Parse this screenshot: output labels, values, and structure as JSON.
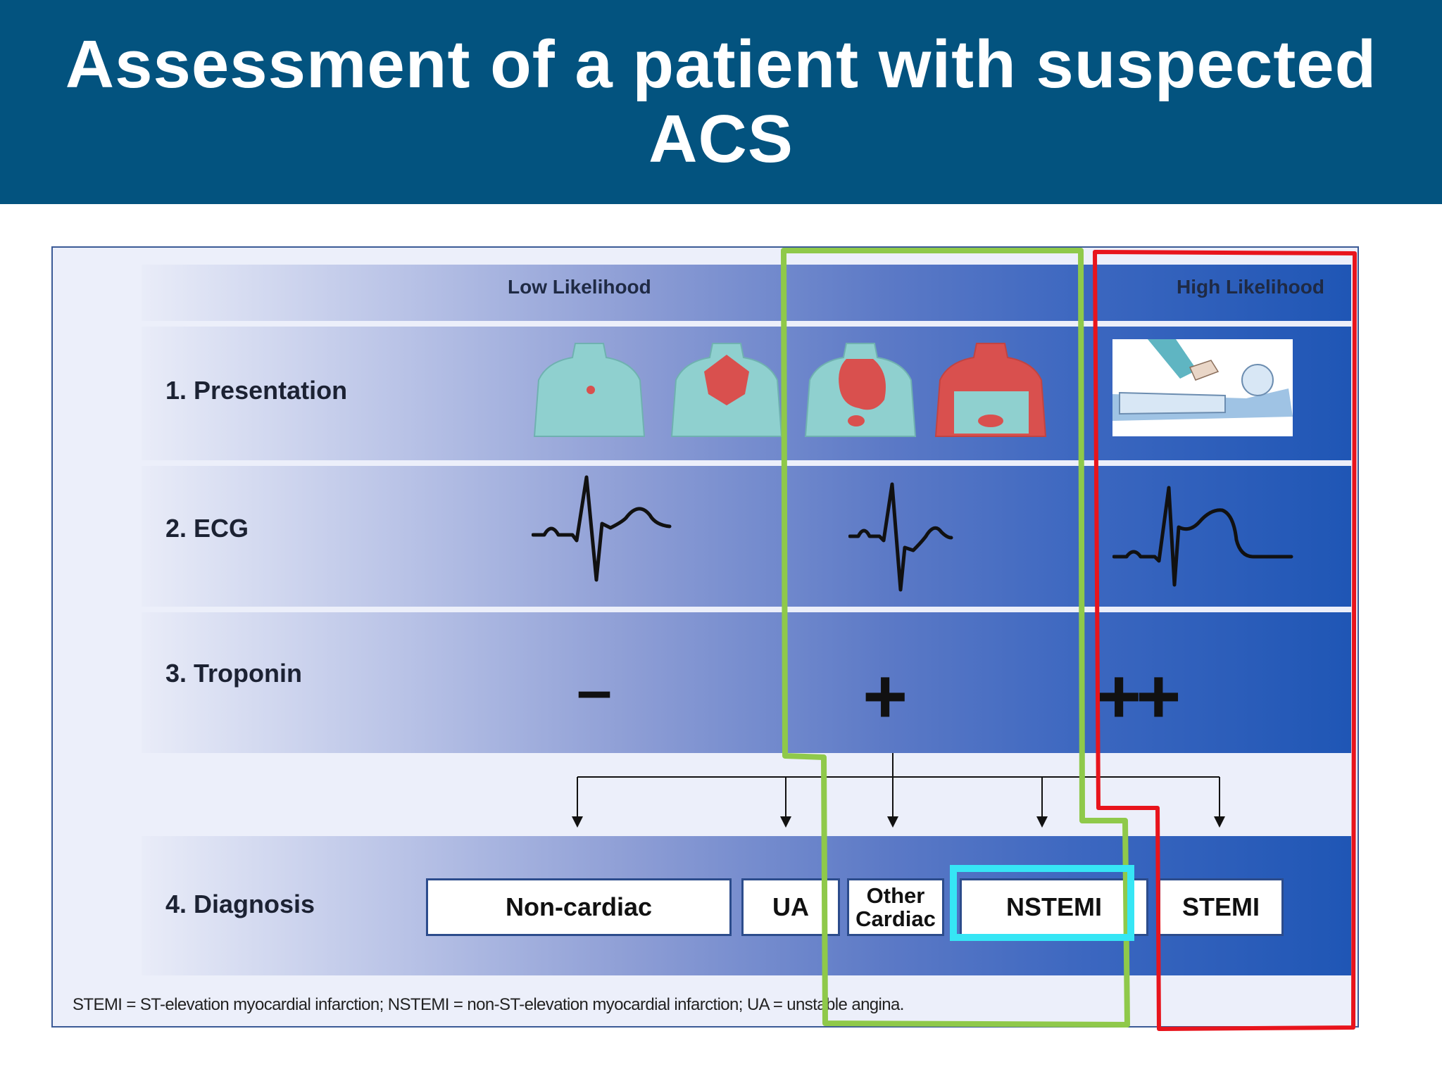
{
  "slide": {
    "title": "Assessment of a patient with suspected ACS"
  },
  "figure": {
    "likelihood_low": "Low Likelihood",
    "likelihood_high": "High Likelihood",
    "rows": {
      "presentation": "1. Presentation",
      "ecg": "2. ECG",
      "troponin": "3. Troponin",
      "diagnosis": "4. Diagnosis"
    },
    "troponin_levels": {
      "negative": "–",
      "positive": "+",
      "strong_positive": "++"
    },
    "diagnoses": {
      "non_cardiac": "Non-cardiac",
      "ua": "UA",
      "other_cardiac_line1": "Other",
      "other_cardiac_line2": "Cardiac",
      "nstemi": "NSTEMI",
      "stemi": "STEMI"
    },
    "footnote": "STEMI = ST-elevation myocardial infarction; NSTEMI = non-ST-elevation myocardial infarction; UA = unstable angina."
  },
  "colors": {
    "header": "#03537f",
    "highlight_green": "#8fc94a",
    "highlight_red": "#e8141c",
    "highlight_cyan": "#36e6f5",
    "torso_skin": "#8fd0cf",
    "pain_red": "#d9504e"
  }
}
